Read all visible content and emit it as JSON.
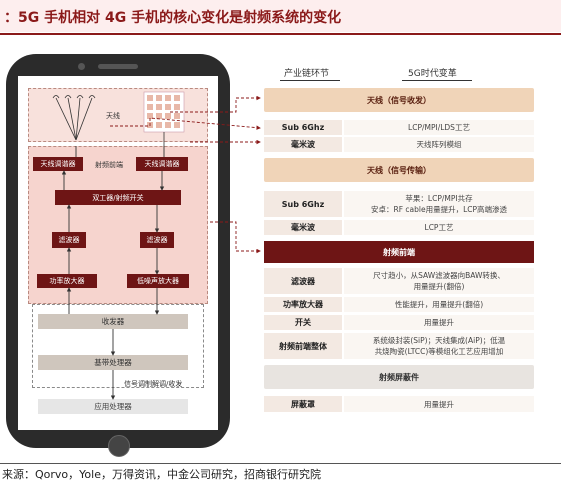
{
  "header": {
    "title": "：5G 手机相对 4G 手机的核心变化是射频系统的变化"
  },
  "source": "来源：Qorvo，Yole，万得资讯，中金公司研究，招商银行研究院",
  "phone": {
    "antenna_label": "天线",
    "rf_frontend_label": "射频前端",
    "tuner_left": "天线调谐器",
    "tuner_right": "天线调谐器",
    "duplexer_switch": "双工器/射频开关",
    "filter_left": "滤波器",
    "filter_right": "滤波器",
    "pa": "功率放大器",
    "lna": "低噪声放大器",
    "transceiver": "收发器",
    "baseband": "基带处理器",
    "signal_label": "信号调制解调/收发",
    "app_processor": "应用处理器"
  },
  "table": {
    "col_chain": "产业链环节",
    "col_change": "5G时代变革",
    "antenna_recv": "天线（信号收发）",
    "sub6_label": "Sub 6Ghz",
    "sub6_value": "LCP/MPI/LDS工艺",
    "mmwave_label": "毫米波",
    "mmwave_value": "天线阵列模组",
    "antenna_trans": "天线（信号传输）",
    "sub6_2_label": "Sub 6Ghz",
    "sub6_2_line1": "苹果：LCP/MPI共存",
    "sub6_2_line2": "安卓：RF cable用量提升，LCP高端渗透",
    "mmwave_2_label": "毫米波",
    "mmwave_2_value": "LCP工艺",
    "rf_front": "射频前端",
    "filter_label": "滤波器",
    "filter_line1": "尺寸趋小，从SAW滤波器向BAW转换、",
    "filter_line2": "用量提升(翻倍)",
    "pa_label": "功率放大器",
    "pa_value": "性能提升，用量提升(翻倍)",
    "switch_label": "开关",
    "switch_value": "用量提升",
    "rf_whole_label": "射频前端整体",
    "rf_whole_line1": "系统级封装(SiP)；天线集成(AiP)；低温",
    "rf_whole_line2": "共烧陶瓷(LTCC)等模组化工艺应用增加",
    "shield_header": "射频屏蔽件",
    "shield_label": "屏蔽罩",
    "shield_value": "用量提升"
  },
  "colors": {
    "dark_red": "#6e1515",
    "peach": "#f0d4b8",
    "pink_zone": "#f6d4ce",
    "title_red": "#8b1a1a"
  }
}
